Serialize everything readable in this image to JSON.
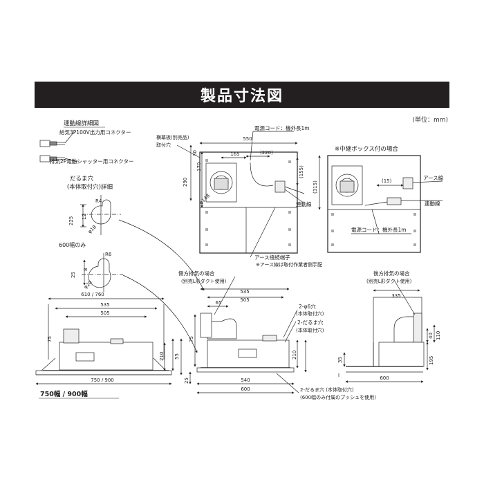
{
  "title": "製品寸法図",
  "unit": "(単位：mm)",
  "connector": {
    "heading": "連動線詳細図",
    "label1": "給気3P100V出力用コネクター",
    "label2": "排気2P電動シャッター用コネクター"
  },
  "daruma": {
    "heading1": "だるま穴",
    "heading2": "(本体取付穴)詳細",
    "r4": "R4",
    "d225": "225",
    "d12": "12",
    "phi18": "φ18",
    "only600": "600幅のみ",
    "r6": "R6",
    "d25": "25",
    "d8": "8",
    "phi20": "φ20"
  },
  "top_view": {
    "yokomakuita1": "横幕板(別売品)",
    "yokomakuita2": "取付穴",
    "d550": "550",
    "d165": "165",
    "d220": "(220)",
    "d30": "30",
    "d170": "170",
    "d290": "290",
    "d155": "(155)",
    "phi148": "φ148",
    "power_cord": "電源コード：機外長1m",
    "link_wire": "連動線",
    "earth_terminal": "アース接続端子",
    "earth_note": "※アース線は取付作業者側手配"
  },
  "box_view": {
    "heading": "※中継ボックス付の場合",
    "d315": "(315)",
    "d15": "(15)",
    "earth_wire": "アース線",
    "link_wire": "連動線",
    "power_cord": "電源コード：機外長1m"
  },
  "front_750": {
    "d610": "610 / 760",
    "d535": "535",
    "d505": "505",
    "d210": "210",
    "d75": "75",
    "d55": "55",
    "d750": "750 / 900",
    "caption": "750幅 / 900幅"
  },
  "front_600": {
    "side_note1": "側方排気の場合",
    "side_note2": "(別売L形ダクト使用)",
    "d535": "535",
    "d505": "505",
    "d65": "65",
    "d75": "75",
    "d210": "210",
    "d25": "25",
    "d540": "540",
    "d600": "600",
    "hole6": "2-φ6穴",
    "hole6b": "(本体取付穴)",
    "daruma": "2-だるま穴",
    "daruma_b": "(本体取付穴)",
    "bottom1": "2-だるま穴 (本体取付穴)",
    "bottom2": "(600幅のみ付属のプッシュを使用)"
  },
  "side_view": {
    "rear_note1": "後方排気の場合",
    "rear_note2": "(別売L形ダクト使用)",
    "d335": "335",
    "d35": "35",
    "d40": "40",
    "d110": "110",
    "d195": "195",
    "d600": "600"
  }
}
